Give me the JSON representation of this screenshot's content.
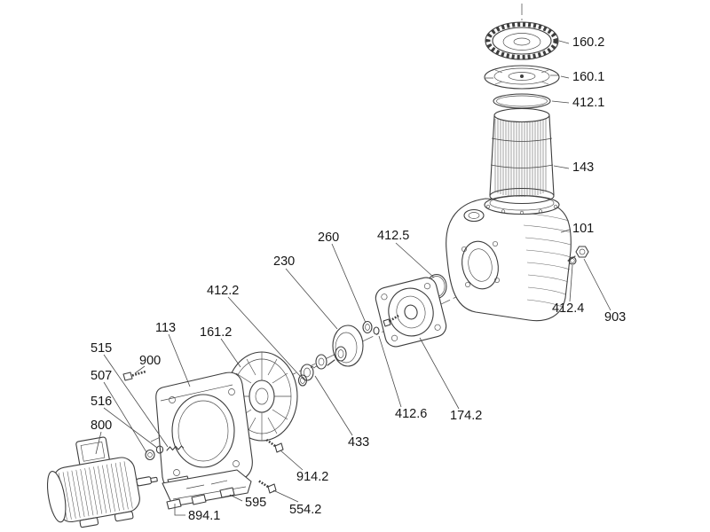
{
  "diagram": {
    "kind": "exploded-parts-diagram",
    "background": "#ffffff",
    "line_color": "#3d3d3d",
    "label_color": "#161616",
    "labels": [
      "160.2",
      "160.1",
      "412.1",
      "143",
      "101",
      "412.4",
      "903",
      "260",
      "412.5",
      "230",
      "412.2",
      "113",
      "161.2",
      "515",
      "900",
      "507",
      "516",
      "800",
      "412.6",
      "174.2",
      "433",
      "914.2",
      "554.2",
      "595",
      "894.1"
    ]
  }
}
